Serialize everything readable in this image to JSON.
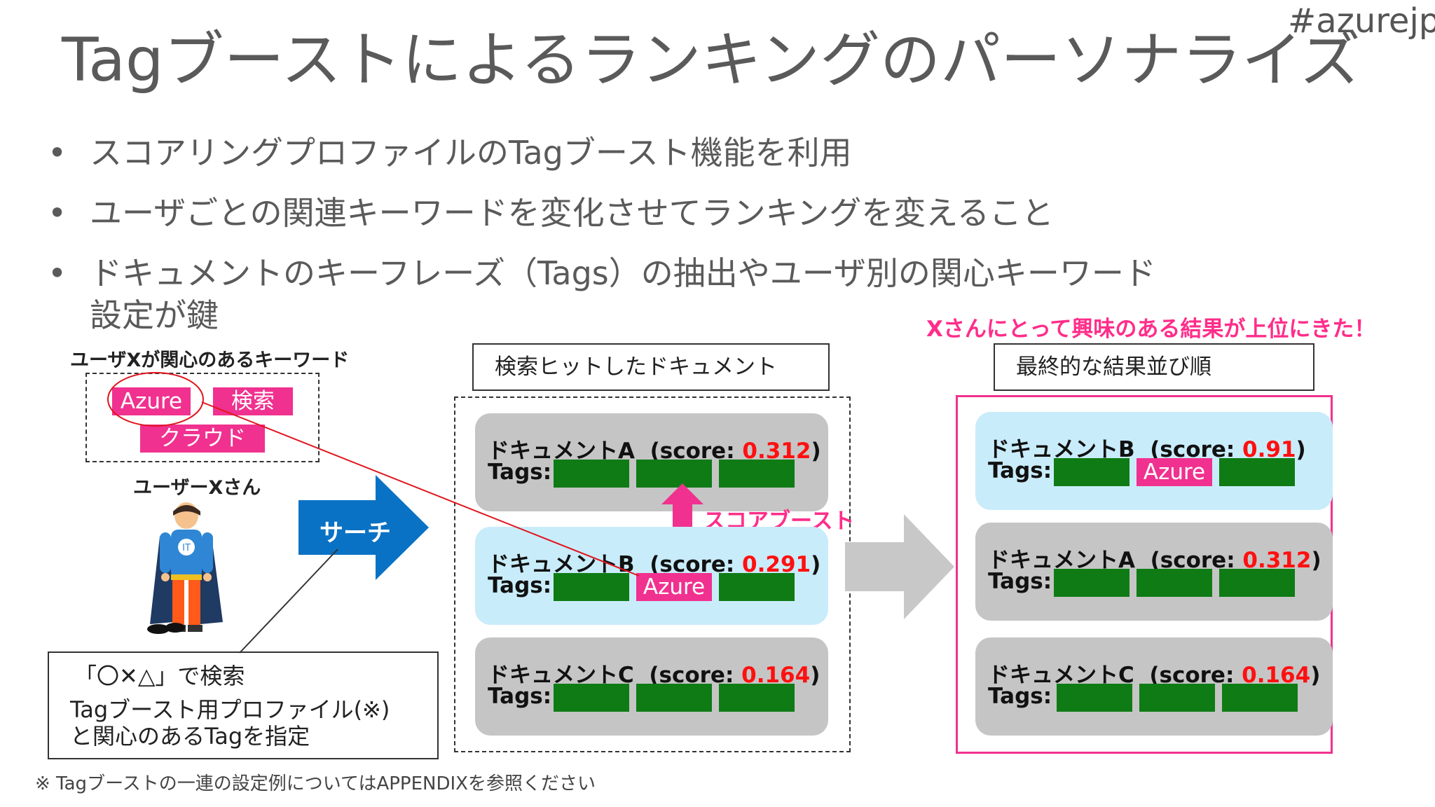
{
  "header": {
    "hashtag": "#azurejp",
    "title": "Tagブーストによるランキングのパーソナライズ"
  },
  "bullets": [
    "スコアリングプロファイルのTagブースト機能を利用",
    "ユーザごとの関連キーワードを変化させてランキングを変えること",
    "ドキュメントのキーフレーズ（Tags）の抽出やユーザ別の関心キーワード設定が鍵"
  ],
  "bullet_marker": "•",
  "user": {
    "keyword_label": "ユーザXが関心のあるキーワード",
    "keywords": [
      "Azure",
      "検索",
      "クラウド"
    ],
    "name": "ユーザーXさん"
  },
  "search_arrow": {
    "label": "サーチ"
  },
  "note": {
    "line1": "「〇✕△」で検索",
    "line2": "Tagブースト用プロファイル(※)",
    "line3": "と関心のあるTagを指定"
  },
  "search_results": {
    "header": "検索ヒットしたドキュメント",
    "boost_label": "スコアブースト",
    "tags_label": "Tags:",
    "docs": [
      {
        "name": "ドキュメントA",
        "score": "0.312",
        "azure_slot": null
      },
      {
        "name": "ドキュメントB",
        "score": "0.291",
        "azure_slot": 1,
        "azure_tag": "Azure"
      },
      {
        "name": "ドキュメントC",
        "score": "0.164",
        "azure_slot": null
      }
    ]
  },
  "final_results": {
    "highlight": "Xさんにとって興味のある結果が上位にきた！",
    "header": "最終的な結果並び順",
    "tags_label": "Tags:",
    "docs": [
      {
        "name": "ドキュメントB",
        "score": "0.91",
        "azure_slot": 1,
        "azure_tag": "Azure"
      },
      {
        "name": "ドキュメントA",
        "score": "0.312",
        "azure_slot": null
      },
      {
        "name": "ドキュメントC",
        "score": "0.164",
        "azure_slot": null
      }
    ]
  },
  "score_prefix": "(score: ",
  "score_suffix": ")",
  "footnote": "※ Tagブーストの一連の設定例についてはAPPENDIXを参照ください",
  "colors": {
    "tag_pink": "#f0318f",
    "highlight_pink": "#ff2d8a",
    "score_red": "#ff1010",
    "tag_green": "#0f7b15",
    "arrow_blue": "#0a72c4",
    "boosted_doc_bg": "#c9ecfa",
    "doc_bg": "#c5c5c5"
  }
}
